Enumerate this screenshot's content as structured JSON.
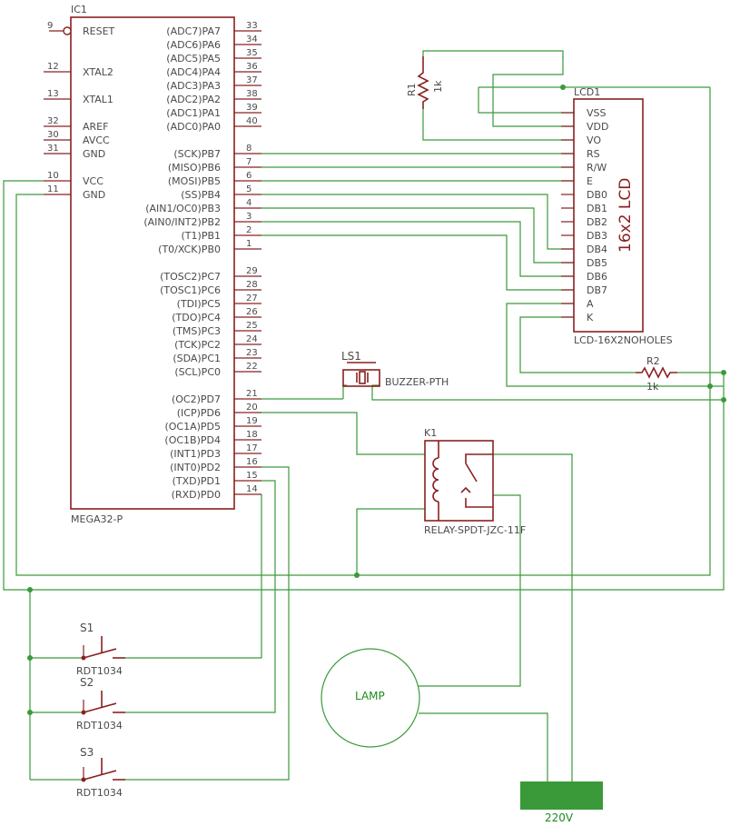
{
  "mcu": {
    "ref": "IC1",
    "value": "MEGA32-P",
    "left_pins": [
      {
        "num": "9",
        "name": "RESET"
      },
      {
        "num": "12",
        "name": "XTAL2"
      },
      {
        "num": "13",
        "name": "XTAL1"
      },
      {
        "num": "32",
        "name": "AREF"
      },
      {
        "num": "30",
        "name": "AVCC"
      },
      {
        "num": "31",
        "name": "GND"
      },
      {
        "num": "10",
        "name": "VCC"
      },
      {
        "num": "11",
        "name": "GND"
      }
    ],
    "right_pins": [
      {
        "num": "33",
        "name": "(ADC7)PA7"
      },
      {
        "num": "34",
        "name": "(ADC6)PA6"
      },
      {
        "num": "35",
        "name": "(ADC5)PA5"
      },
      {
        "num": "36",
        "name": "(ADC4)PA4"
      },
      {
        "num": "37",
        "name": "(ADC3)PA3"
      },
      {
        "num": "38",
        "name": "(ADC2)PA2"
      },
      {
        "num": "39",
        "name": "(ADC1)PA1"
      },
      {
        "num": "40",
        "name": "(ADC0)PA0"
      },
      {
        "num": "8",
        "name": "(SCK)PB7"
      },
      {
        "num": "7",
        "name": "(MISO)PB6"
      },
      {
        "num": "6",
        "name": "(MOSI)PB5"
      },
      {
        "num": "5",
        "name": "(SS)PB4"
      },
      {
        "num": "4",
        "name": "(AIN1/OC0)PB3"
      },
      {
        "num": "3",
        "name": "(AIN0/INT2)PB2"
      },
      {
        "num": "2",
        "name": "(T1)PB1"
      },
      {
        "num": "1",
        "name": "(T0/XCK)PB0"
      },
      {
        "num": "29",
        "name": "(TOSC2)PC7"
      },
      {
        "num": "28",
        "name": "(TOSC1)PC6"
      },
      {
        "num": "27",
        "name": "(TDI)PC5"
      },
      {
        "num": "26",
        "name": "(TDO)PC4"
      },
      {
        "num": "25",
        "name": "(TMS)PC3"
      },
      {
        "num": "24",
        "name": "(TCK)PC2"
      },
      {
        "num": "23",
        "name": "(SDA)PC1"
      },
      {
        "num": "22",
        "name": "(SCL)PC0"
      },
      {
        "num": "21",
        "name": "(OC2)PD7"
      },
      {
        "num": "20",
        "name": "(ICP)PD6"
      },
      {
        "num": "19",
        "name": "(OC1A)PD5"
      },
      {
        "num": "18",
        "name": "(OC1B)PD4"
      },
      {
        "num": "17",
        "name": "(INT1)PD3"
      },
      {
        "num": "16",
        "name": "(INT0)PD2"
      },
      {
        "num": "15",
        "name": "(TXD)PD1"
      },
      {
        "num": "14",
        "name": "(RXD)PD0"
      }
    ]
  },
  "lcd": {
    "ref": "LCD1",
    "value": "LCD-16X2NOHOLES",
    "body_label": "16x2 LCD",
    "pins": [
      "VSS",
      "VDD",
      "VO",
      "RS",
      "R/W",
      "E",
      "DB0",
      "DB1",
      "DB2",
      "DB3",
      "DB4",
      "DB5",
      "DB6",
      "DB7",
      "A",
      "K"
    ]
  },
  "r1": {
    "ref": "R1",
    "value": "1k"
  },
  "r2": {
    "ref": "R2",
    "value": "1k"
  },
  "buzzer": {
    "ref": "LS1",
    "value": "BUZZER-PTH"
  },
  "relay": {
    "ref": "K1",
    "value": "RELAY-SPDT-JZC-11F"
  },
  "lamp": {
    "label": "LAMP"
  },
  "source": {
    "label": "220V"
  },
  "switches": [
    {
      "ref": "S1",
      "value": "RDT1034"
    },
    {
      "ref": "S2",
      "value": "RDT1034"
    },
    {
      "ref": "S3",
      "value": "RDT1034"
    }
  ],
  "colors": {
    "part": "#8a2020",
    "wire": "#3a9a3a",
    "text": "#4a4a4a",
    "source_fill": "#3a9a3a"
  }
}
